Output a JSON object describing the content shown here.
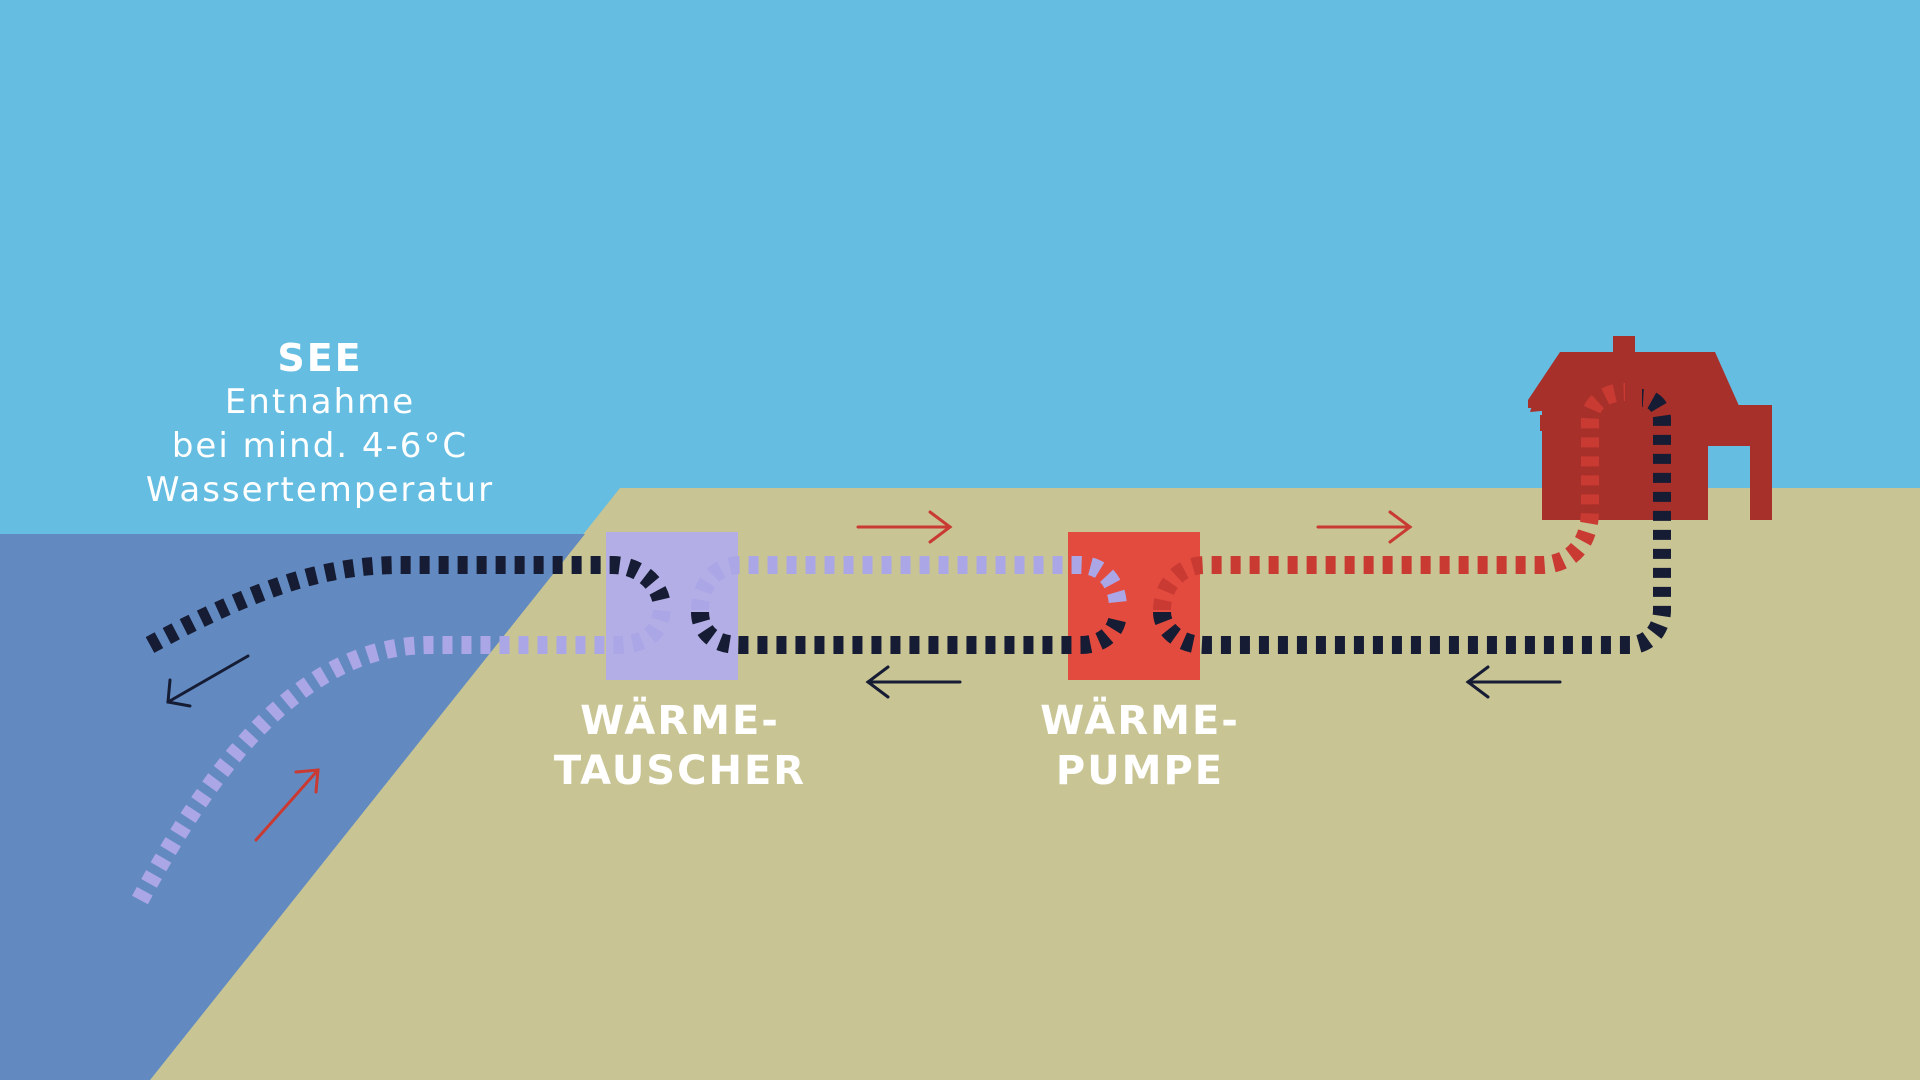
{
  "labels": {
    "see_title": "SEE",
    "see_line1": "Entnahme",
    "see_line2": "bei mind. 4-6°C",
    "see_line3": "Wassertemperatur",
    "heat_exchanger_1": "WÄRME-",
    "heat_exchanger_2": "TAUSCHER",
    "heat_pump_1": "WÄRME-",
    "heat_pump_2": "PUMPE"
  },
  "colors": {
    "sky": "#65bde1",
    "lake": "#628ac1",
    "ground": "#c8c494",
    "heat_exchanger": "#b3aee6",
    "heat_pump": "#e44b3f",
    "house": "#a7302a",
    "pipe_cold": "#151c33",
    "pipe_lavender": "#aba6e6",
    "pipe_hot": "#c93a33",
    "arrow_red": "#c93a33",
    "arrow_dark": "#151c33"
  },
  "icons": {
    "house": "house-icon",
    "flow_arrow": "arrow-icon"
  }
}
